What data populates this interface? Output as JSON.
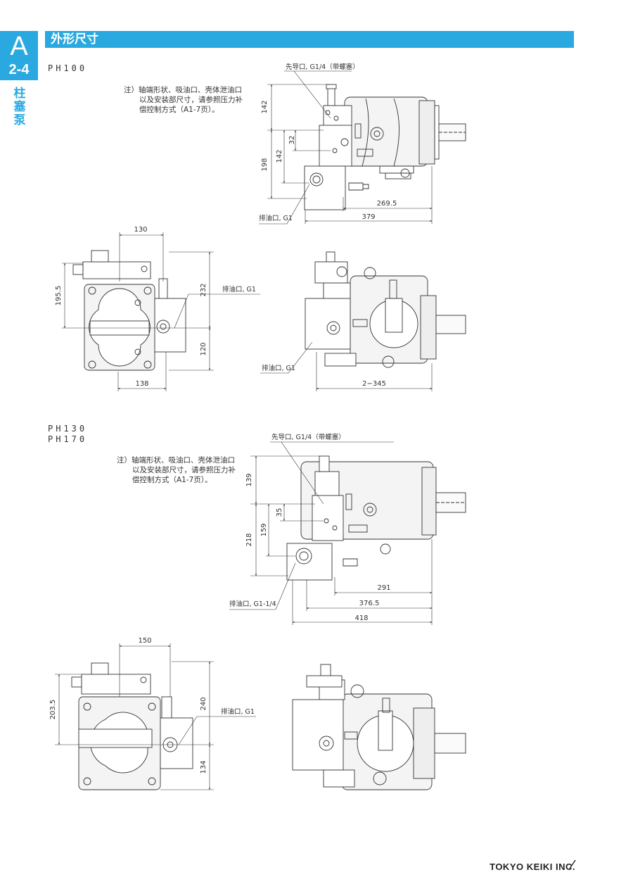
{
  "tab": {
    "letter": "A",
    "number": "2-4",
    "side_label": [
      "柱",
      "塞",
      "泵"
    ]
  },
  "header": {
    "title": "外形尺寸"
  },
  "sections": [
    {
      "models": [
        "PH100"
      ],
      "note": {
        "lines": [
          "注）轴端形状、吸油口、壳体泄油口",
          "以及安装部尺寸，请参照压力补",
          "偿控制方式（A1-7页）。"
        ]
      },
      "side_view": {
        "labels": {
          "pilot": "先导口, G1/4（带螺塞）",
          "drain": "排油口, G1"
        },
        "dims": {
          "d142a": "142",
          "d32": "32",
          "d142b": "142",
          "d198": "198",
          "d269_5": "269.5",
          "d379": "379"
        }
      },
      "front_view": {
        "labels": {
          "drain": "排油口, G1"
        },
        "dims": {
          "d130": "130",
          "d195_5": "195.5",
          "d232": "232",
          "d120": "120",
          "d138": "138"
        }
      },
      "top_view": {
        "labels": {
          "drain": "排油口, G1"
        },
        "dims": {
          "d2_345": "2−345"
        }
      }
    },
    {
      "models": [
        "PH130",
        "PH170"
      ],
      "note": {
        "lines": [
          "注）轴端形状、吸油口、壳体泄油口",
          "以及安装部尺寸，请参照压力补",
          "偿控制方式（A1-7页）。"
        ]
      },
      "side_view": {
        "labels": {
          "pilot": "先导口, G1/4（带螺塞）",
          "drain": "排油口, G1-1/4"
        },
        "dims": {
          "d139": "139",
          "d35": "35",
          "d159": "159",
          "d218": "218",
          "d291": "291",
          "d376_5": "376.5",
          "d418": "418"
        }
      },
      "front_view": {
        "labels": {
          "drain": "排油口, G1"
        },
        "dims": {
          "d150": "150",
          "d203_5": "203.5",
          "d240": "240",
          "d134": "134"
        }
      },
      "top_view": {
        "labels": {},
        "dims": {}
      }
    }
  ],
  "footer": {
    "company": "TOKYO KEIKI INC."
  }
}
